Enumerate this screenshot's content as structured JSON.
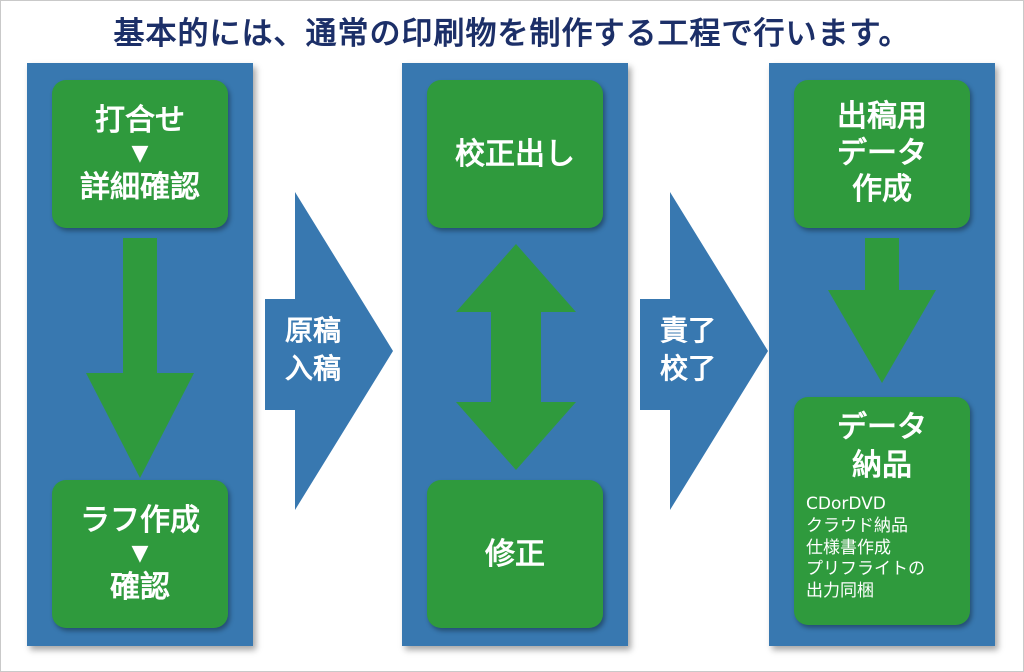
{
  "title": "基本的には、通常の印刷物を制作する工程で行います。",
  "colors": {
    "panel": "#3878b0",
    "box": "#2f9a3d",
    "arrow": "#2f9a3d",
    "chevron": "#3878b0",
    "title": "#1c2f68"
  },
  "column1": {
    "box_top": {
      "lines": [
        "打合せ",
        "▼",
        "詳細確認"
      ]
    },
    "box_bottom": {
      "lines": [
        "ラフ作成",
        "▼",
        "確認"
      ]
    }
  },
  "transition1": {
    "lines": [
      "原稿",
      "入稿"
    ]
  },
  "column2": {
    "box_top": {
      "lines": [
        "校正出し"
      ]
    },
    "box_bottom": {
      "lines": [
        "修正"
      ]
    }
  },
  "transition2": {
    "lines": [
      "責了",
      "校了"
    ]
  },
  "column3": {
    "box_top": {
      "lines": [
        "出稿用",
        "データ",
        "作成"
      ]
    },
    "box_bottom": {
      "lines": [
        "データ",
        "納品"
      ],
      "notes": [
        "CDorDVD",
        "クラウド納品",
        "仕様書作成",
        "プリフライトの",
        "出力同梱"
      ]
    }
  }
}
